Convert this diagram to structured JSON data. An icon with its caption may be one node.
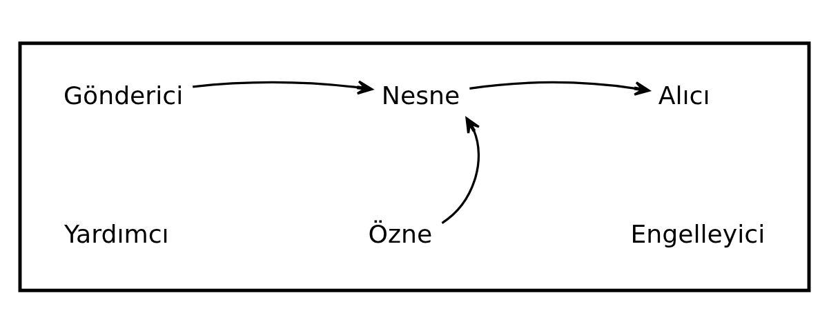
{
  "diagram": {
    "nodes": [
      {
        "text": [],
        "shape": "box"
      },
      {
        "text": [
          "Gönderici"
        ],
        "in": 0
      },
      {
        "text": [
          "Nesne"
        ],
        "in": 0
      },
      {
        "text": [
          "Alıcı"
        ],
        "in": 0
      },
      {
        "text": [
          "Yardımcı"
        ],
        "in": 0
      },
      {
        "text": [
          "Özne"
        ],
        "in": 0
      },
      {
        "text": [
          "Engelleyici"
        ],
        "in": 0
      }
    ],
    "edges": [
      {
        "from": 1,
        "to": 2,
        "arrow": "to"
      },
      {
        "from": 2,
        "to": 3,
        "arrow": "to"
      },
      {
        "from": 5,
        "to": 2,
        "arrow": "to"
      }
    ]
  }
}
